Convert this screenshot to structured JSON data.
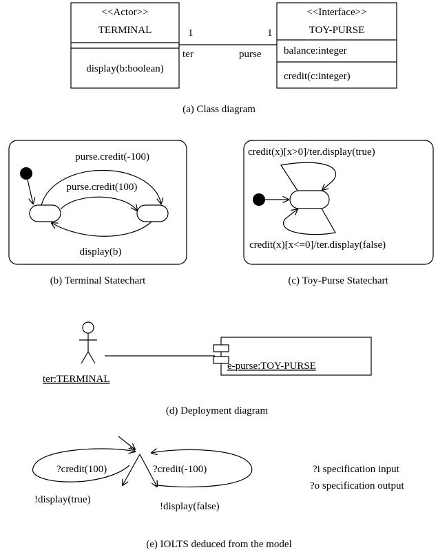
{
  "class_diagram": {
    "actor": {
      "stereotype": "<<Actor>>",
      "name": "TERMINAL",
      "operation": "display(b:boolean)"
    },
    "interface": {
      "stereotype": "<<Interface>>",
      "name": "TOY-PURSE",
      "attribute": "balance:integer",
      "operation": "credit(c:integer)"
    },
    "assoc": {
      "left_mult": "1",
      "right_mult": "1",
      "left_role": "ter",
      "right_role": "purse"
    },
    "caption": "(a) Class diagram"
  },
  "terminal_statechart": {
    "t_top": "purse.credit(-100)",
    "t_mid": "purse.credit(100)",
    "t_bottom": "display(b)",
    "caption": "(b) Terminal Statechart"
  },
  "purse_statechart": {
    "t_top": "credit(x)[x>0]/ter.display(true)",
    "t_bottom": "credit(x)[x<=0]/ter.display(false)",
    "caption": "(c) Toy-Purse Statechart"
  },
  "deployment": {
    "actor_label": "ter:TERMINAL",
    "component_label": "e-purse:TOY-PURSE",
    "caption": "(d) Deployment diagram"
  },
  "iolts": {
    "left_in": "?credit(100)",
    "right_in": "?credit(-100)",
    "left_out": "!display(true)",
    "right_out": "!display(false)",
    "legend_in": "?i specification input",
    "legend_out": "?o specification output",
    "caption": "(e) IOLTS deduced from the model"
  }
}
